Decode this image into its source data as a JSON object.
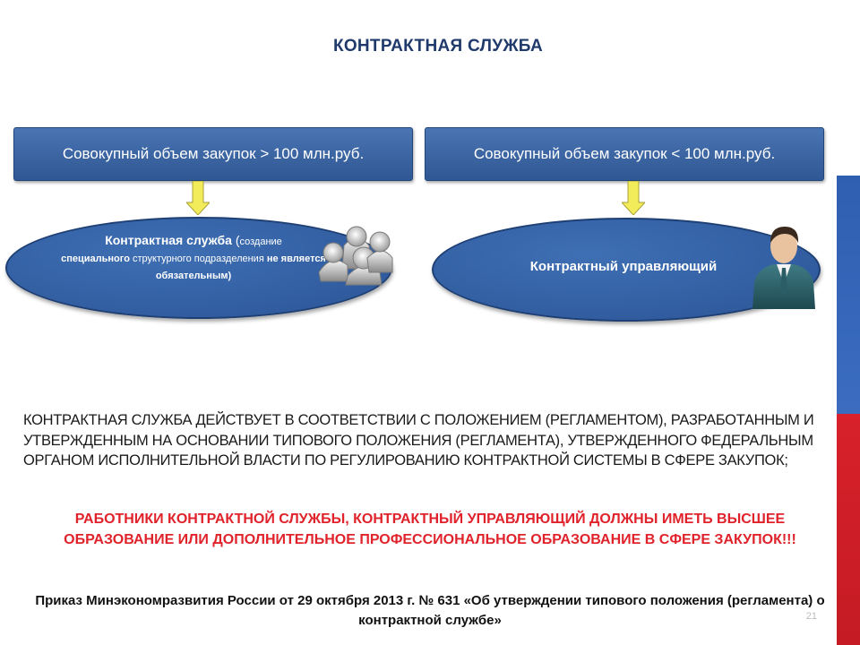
{
  "title": "КОНТРАКТНАЯ СЛУЖБА",
  "boxes": {
    "left": "Совокупный объем закупок > 100 млн.руб.",
    "right": "Совокупный объем закупок < 100 млн.руб."
  },
  "ellipses": {
    "left": {
      "heading": "Контрактная  служба",
      "paren_open": " (",
      "note_1": "создание",
      "note_bold": "специального",
      "note_2": " структурного подразделения ",
      "note_emph": "не является обязательным)"
    },
    "right": "Контрактный  управляющий"
  },
  "icons": {
    "left": "people-group-icon",
    "right": "businessman-icon",
    "arrows": "down-arrow-icon"
  },
  "body_text": "КОНТРАКТНАЯ СЛУЖБА ДЕЙСТВУЕТ В СООТВЕТСТВИИ С ПОЛОЖЕНИЕМ (РЕГЛАМЕНТОМ), РАЗРАБОТАННЫМ И УТВЕРЖДЕННЫМ НА ОСНОВАНИИ ТИПОВОГО ПОЛОЖЕНИЯ (РЕГЛАМЕНТА), УТВЕРЖДЕННОГО ФЕДЕРАЛЬНЫМ ОРГАНОМ ИСПОЛНИТЕЛЬНОЙ ВЛАСТИ ПО РЕГУЛИРОВАНИЮ КОНТРАКТНОЙ СИСТЕМЫ В СФЕРЕ ЗАКУПОК;",
  "red_text": "РАБОТНИКИ КОНТРАКТНОЙ СЛУЖБЫ, КОНТРАКТНЫЙ УПРАВЛЯЮЩИЙ ДОЛЖНЫ ИМЕТЬ ВЫСШЕЕ ОБРАЗОВАНИЕ ИЛИ ДОПОЛНИТЕЛЬНОЕ ПРОФЕССИОНАЛЬНОЕ ОБРАЗОВАНИЕ В СФЕРЕ ЗАКУПОК!!!",
  "order_text": "Приказ Минэкономразвития России от 29 октября 2013 г. № 631 «Об утверждении типового положения (регламента) о контрактной службе»",
  "page_number": "21",
  "colors": {
    "title": "#1f3a6b",
    "box_fill": "#3a65a5",
    "ellipse_fill": "#2f5a9c",
    "arrow_fill": "#f2ec5a",
    "red_text": "#e0222b",
    "flag_blue": "#3366b8",
    "flag_red": "#d32028"
  }
}
